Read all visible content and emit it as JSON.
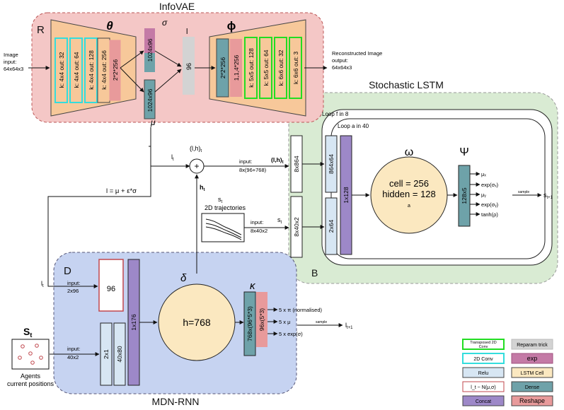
{
  "sections": {
    "infovae": "InfoVAE",
    "stochastic_lstm": "Stochastic LSTM",
    "mdn_rnn": "MDN-RNN",
    "r": "R",
    "b": "B",
    "d": "D"
  },
  "io": {
    "image_input": [
      "Image",
      "input:",
      "64x64x3"
    ],
    "reconstructed": [
      "Reconstructed Image",
      "output:",
      "64x64x3"
    ],
    "agents_title": "S",
    "agents_sub": "t",
    "agents_caption": [
      "Agents",
      "current positions"
    ],
    "out_s_next": "s",
    "out_s_next_sub": "t+1",
    "out_l_next": "l",
    "out_l_next_sub": "t+1",
    "sample1": "sample",
    "sample2": "sample"
  },
  "vae": {
    "theta": "θ",
    "phi": "ϕ",
    "sigma": "σ",
    "mu": "μ",
    "l": "l",
    "enc": [
      "k: 4x4  out: 32",
      "k: 4x4  out: 64",
      "k: 4x4  out: 128",
      "k: 4x4  out: 256",
      "2*2*256"
    ],
    "sigma_box": "1024x96",
    "mu_box": "1024x96",
    "latent_box": "96",
    "dec": [
      "2*2*256",
      "1,1,4*256",
      "k: 5x5  out: 128",
      "k: 5x5  out: 64",
      "k: 6x6  out: 32",
      "k: 6x6  out: 3"
    ]
  },
  "mid": {
    "lt": "l",
    "lt_sub": "t",
    "lh_top": "(l,h)",
    "lh_top_sub": "t",
    "ht": "h",
    "ht_sub": "t",
    "eq": "l = μ + ε*σ",
    "traj_s": "s",
    "traj_s_sub": "t",
    "traj_label": "2D trajectories",
    "input1": [
      "input:",
      "8x(96+768)"
    ],
    "input1_lh": "(l,h)",
    "input1_lh_sub": "t",
    "input2": [
      "input:",
      "8x40x2"
    ],
    "input2_s": "s",
    "input2_s_sub": "t",
    "lt_left": "l",
    "lt_left_sub": "t"
  },
  "lstm": {
    "loop_f": "Loop f in 8",
    "loop_a": "Loop a in 40",
    "omega": "ω",
    "psi": "Ψ",
    "box_8x864": "8x864",
    "box_8x40x2": "8x40x2",
    "box_864x64": "864x64",
    "box_2x64": "2x64",
    "box_1x128": "1x128",
    "cell": "cell = 256",
    "hidden": "hidden = 128",
    "cell_sub": "a",
    "box_128x5": "128x5",
    "outputs": [
      "μₓ",
      "exp(σₓ)",
      "μᵧ",
      "exp(σᵧ)",
      "tanh(ρ)"
    ]
  },
  "mdn": {
    "delta": "δ",
    "kappa": "κ",
    "input_a": [
      "input:",
      "2x96"
    ],
    "input_b": [
      "input:",
      "40x2"
    ],
    "box_96": "96",
    "box_2x1": "2x1",
    "box_40x80": "40x80",
    "box_1x176": "1x176",
    "cell": "h=768",
    "box_768": "768x(96*5*3)",
    "box_96x": "96x(5*3)",
    "outputs": [
      "5 x π (normalised)",
      "5 x μ",
      "5 x exp(σ)"
    ]
  },
  "legend": [
    {
      "label": "Transposed 2D Conv",
      "fill": "#ffffff",
      "stroke": "#22dd22"
    },
    {
      "label": "Reparam trick",
      "fill": "#d3d3d3",
      "stroke": "#bbbbbb"
    },
    {
      "label": "2D Conv",
      "fill": "#ffffff",
      "stroke": "#33dddd"
    },
    {
      "label": "exp",
      "fill": "#c47aa6",
      "stroke": "#a0527f"
    },
    {
      "label": "Relu",
      "fill": "#d7e6f3",
      "stroke": "#444444"
    },
    {
      "label": "LSTM Cell",
      "fill": "#fbe8c0",
      "stroke": "#444444"
    },
    {
      "label": "l_t ~ N(μ,σ)",
      "fill": "#ffffff",
      "stroke": "#c0474d"
    },
    {
      "label": "Dense",
      "fill": "#6ea2a9",
      "stroke": "#444444"
    },
    {
      "label": "Concat",
      "fill": "#9d88c8",
      "stroke": "#444444"
    },
    {
      "label": "Reshape",
      "fill": "#e89a9b",
      "stroke": "#444444"
    }
  ],
  "colors": {
    "vae_bg": "#f4c7c6",
    "lstm_bg": "#d9ebd3",
    "mdn_bg": "#c6d3f1",
    "enc_trap": "#f7c89a",
    "concat": "#9d88c8",
    "dense": "#6ea2a9",
    "reshape": "#e89a9b",
    "exp": "#c47aa6",
    "relu": "#d7e6f3",
    "lstm_cell": "#fbe8c0",
    "grey": "#d3d3d3",
    "conv2d": "#33dddd",
    "tconv": "#22dd22",
    "sample_red": "#c0474d"
  }
}
